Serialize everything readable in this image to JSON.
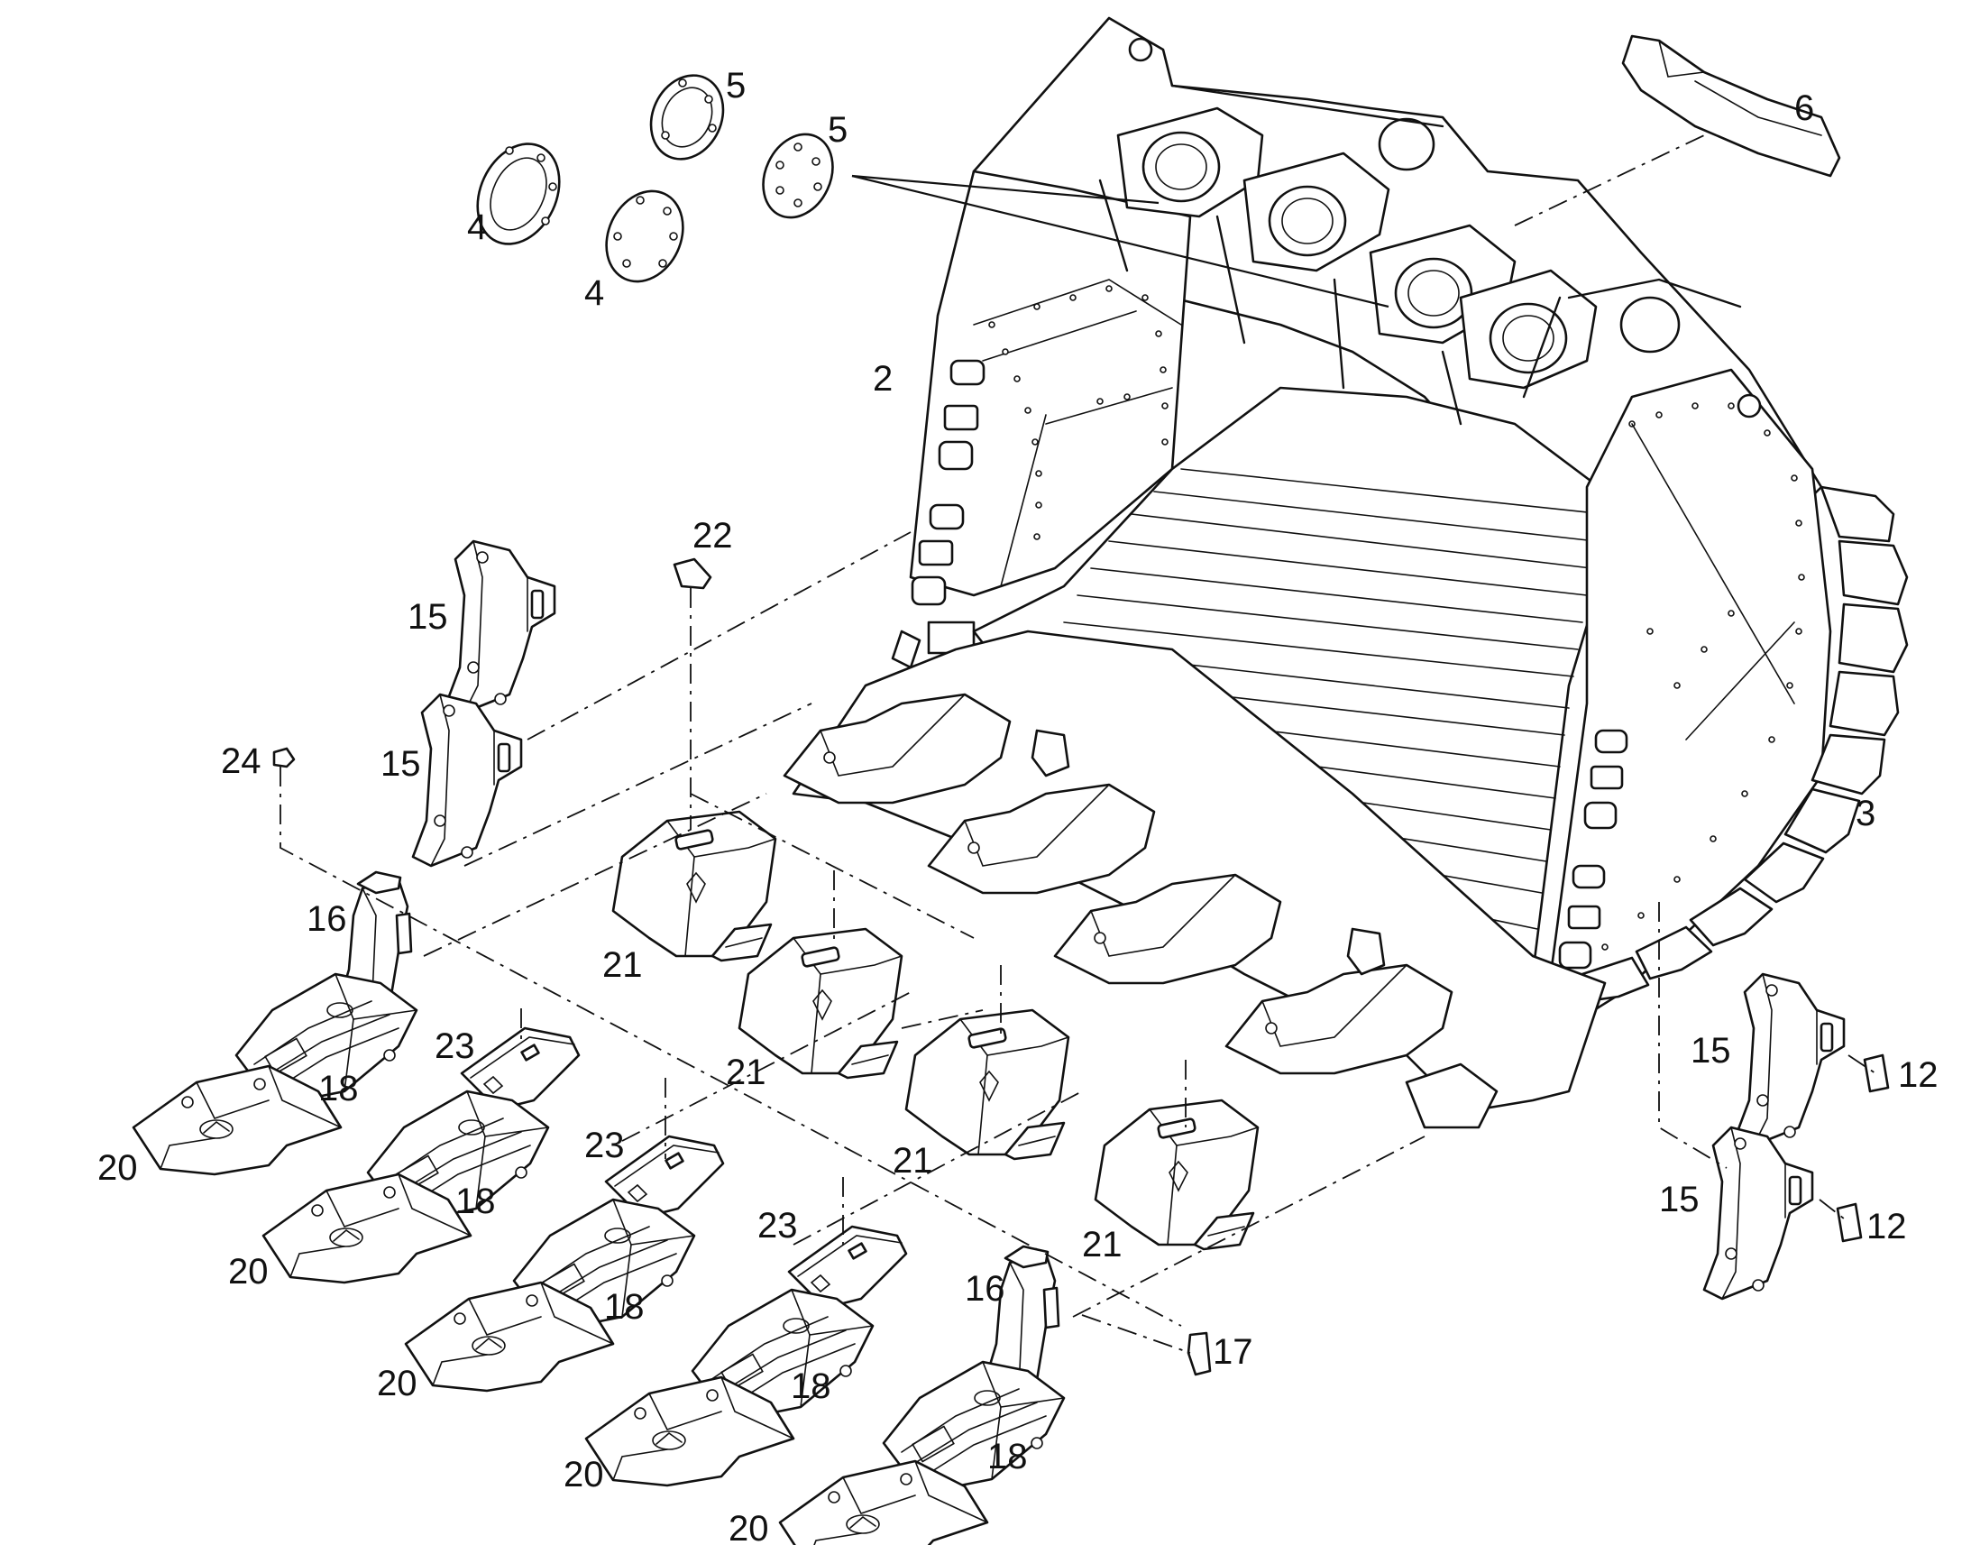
{
  "callouts": {
    "c2": "2",
    "c3": "3",
    "c4a": "4",
    "c4b": "4",
    "c5a": "5",
    "c5b": "5",
    "c6": "6",
    "c12a": "12",
    "c12b": "12",
    "c15a": "15",
    "c15b": "15",
    "c15c": "15",
    "c15d": "15",
    "c16a": "16",
    "c16b": "16",
    "c17": "17",
    "c18a": "18",
    "c18b": "18",
    "c18c": "18",
    "c18d": "18",
    "c18e": "18",
    "c20a": "20",
    "c20b": "20",
    "c20c": "20",
    "c20d": "20",
    "c20e": "20",
    "c21a": "21",
    "c21b": "21",
    "c21c": "21",
    "c21d": "21",
    "c22": "22",
    "c23a": "23",
    "c23b": "23",
    "c23c": "23",
    "c24": "24"
  }
}
